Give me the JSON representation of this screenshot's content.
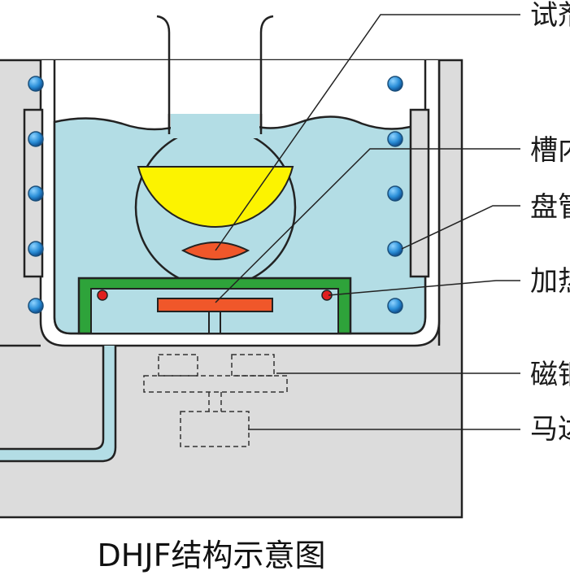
{
  "diagram": {
    "caption": "DHJF结构示意图",
    "labels": {
      "sample": "试剂",
      "tank": "槽内",
      "coil": "盘管",
      "heater": "加热",
      "magnet": "磁钢",
      "motor": "马达"
    },
    "colors": {
      "housing": "#dcdcdc",
      "liquid": "#b3dde5",
      "flask_liquid": "#fcf300",
      "heater_red": "#f0572a",
      "plate_green": "#2ea33a",
      "coil_blue": "#2b8fd8",
      "outline": "#222222"
    }
  }
}
